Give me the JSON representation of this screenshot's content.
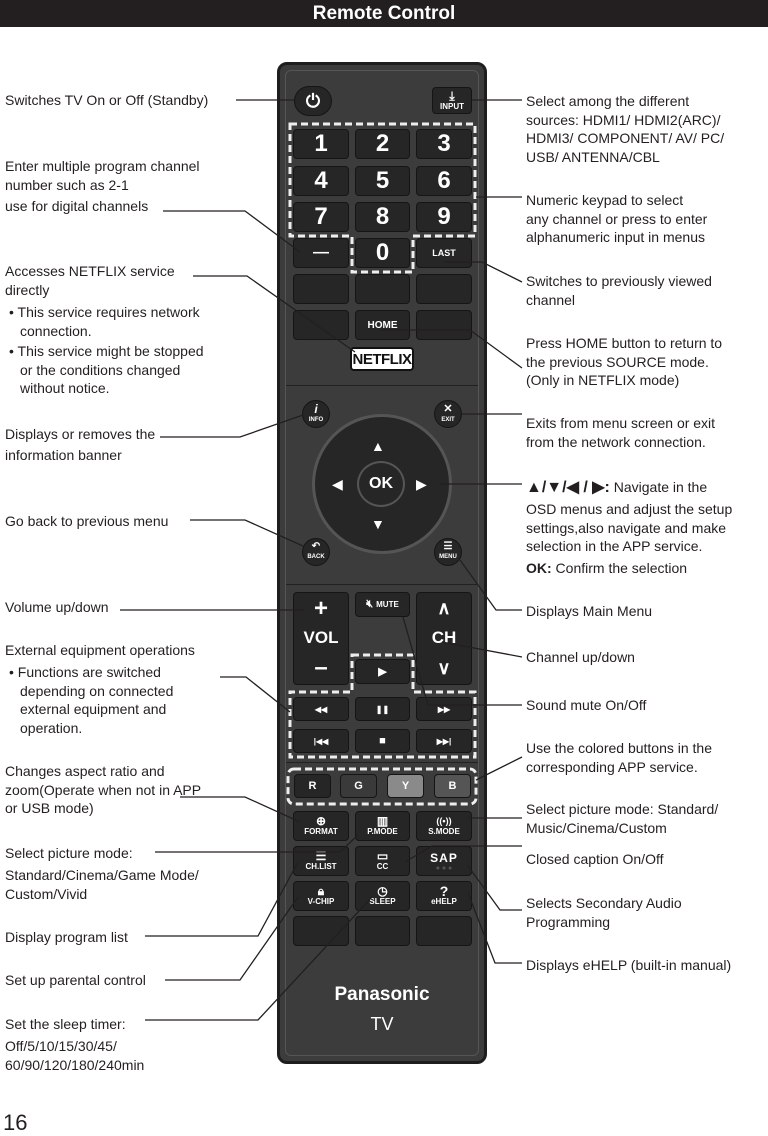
{
  "header": {
    "title": "Remote Control"
  },
  "page_number": "16",
  "left": {
    "power": "Switches TV On or Off (Standby)",
    "multi": "Enter multiple program channel\nnumber such as 2-1",
    "multi2": "use for digital channels",
    "netflix": "Accesses NETFLIX service\ndirectly",
    "netflix_b1": "•  This service requires network\n   connection.",
    "netflix_b2": "•  This service might be stopped\n   or the conditions changed\n   without notice.",
    "info": "Displays or removes the",
    "info2": "information banner",
    "back": "Go back to previous menu",
    "vol": "Volume up/down",
    "ext": "External equipment operations",
    "ext_b1": "•  Functions are switched\n   depending on connected\n   external equipment and\n   operation.",
    "format": "Changes aspect ratio and\nzoom(Operate when not in APP\nor USB mode)",
    "pmode": "Select picture mode:",
    "pmode2": "Standard/Cinema/Game Mode/\nCustom/Vivid",
    "chlist": "Display program list",
    "vchip": "Set up parental control",
    "sleep": "Set the sleep timer:",
    "sleep2": "Off/5/10/15/30/45/\n60/90/120/180/240min"
  },
  "right": {
    "input": "Select among the different\nsources: HDMI1/ HDMI2(ARC)/\nHDMI3/ COMPONENT/ AV/ PC/\nUSB/ ANTENNA/CBL",
    "numeric": "Numeric keypad to select\nany channel or press to enter\nalphanumeric input in menus",
    "last": "Switches to previously viewed\nchannel",
    "home": "Press HOME button to return to\nthe previous SOURCE mode.\n(Only in NETFLIX mode)",
    "exit": "Exits from menu screen or exit\nfrom the network connection.",
    "nav_arrows": "▲/▼/◀ / ▶:",
    "nav": " Navigate in the",
    "nav2": "OSD menus and adjust the setup\nsettings,also navigate and make\nselection in the APP service.",
    "ok_label": "OK:",
    "ok": " Confirm the selection",
    "menu": "Displays Main Menu",
    "ch": "Channel up/down",
    "mute": "Sound mute On/Off",
    "color": "Use the colored buttons in the\ncorresponding APP service.",
    "smode": "Select picture mode: Standard/\nMusic/Cinema/Custom",
    "cc": "Closed caption On/Off",
    "sap": "Selects Secondary Audio\nProgramming",
    "ehelp": "Displays eHELP (built-in manual)"
  },
  "remote": {
    "power_icon": "⏻",
    "input": "INPUT",
    "digits": [
      "1",
      "2",
      "3",
      "4",
      "5",
      "6",
      "7",
      "8",
      "9",
      "0"
    ],
    "dash": "—",
    "last": "LAST",
    "home": "HOME",
    "netflix": "NETFLIX",
    "info": "INFO",
    "exit": "EXIT",
    "ok": "OK",
    "back": "BACK",
    "menu": "MENU",
    "vol": "VOL",
    "vol_up": "+",
    "vol_down": "–",
    "mute": "MUTE",
    "ch": "CH",
    "ch_up": "∧",
    "ch_down": "∨",
    "play": "▶",
    "rew": "◀◀",
    "pause": "❚❚",
    "ff": "▶▶",
    "prev": "|◀◀",
    "stop": "■",
    "next": "▶▶|",
    "colors": [
      "R",
      "G",
      "Y",
      "B"
    ],
    "format": "FORMAT",
    "pmode": "P.MODE",
    "smode": "S.MODE",
    "chlist": "CH.LIST",
    "cc": "CC",
    "sap": "SAP",
    "vchip": "V-CHIP",
    "sleep": "SLEEP",
    "ehelp": "eHELP",
    "brand": "Panasonic",
    "tv": "TV"
  }
}
